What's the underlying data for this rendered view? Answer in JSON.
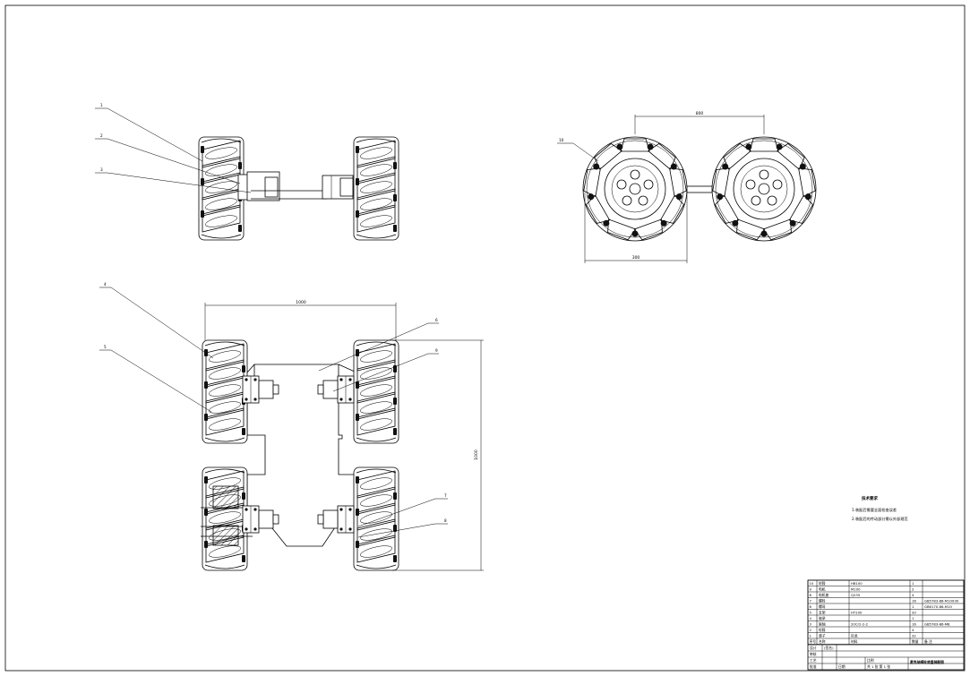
{
  "technical_requirements": {
    "title": "技术要求",
    "items": [
      "1.装配后需要全面检查误差",
      "2.装配后的传动部分需以外部规范"
    ]
  },
  "dimensions": {
    "top_right_width": "800",
    "top_right_diameter": "300",
    "front_width": "1000",
    "front_height": "1000"
  },
  "balloons": [
    "1",
    "2",
    "3",
    "4",
    "5",
    "6",
    "7",
    "8",
    "9",
    "10"
  ],
  "title_block": {
    "bom_rows": [
      {
        "no": "10",
        "name": "轮毂",
        "code": "HB100",
        "qty": "1",
        "material": "",
        "note": ""
      },
      {
        "no": "9",
        "name": "电机",
        "code": "M100",
        "qty": "2",
        "material": "",
        "note": ""
      },
      {
        "no": "8",
        "name": "电机座",
        "code": "Q235",
        "qty": "4",
        "material": "",
        "note": ""
      },
      {
        "no": "7",
        "name": "螺栓",
        "code": "",
        "qty": "16",
        "material": "",
        "note": "GB5783-86-M10X30"
      },
      {
        "no": "6",
        "name": "螺母",
        "code": "",
        "qty": "1",
        "material": "",
        "note": "GB6170-86-M10"
      },
      {
        "no": "5",
        "name": "支架",
        "code": "HT100",
        "qty": "20",
        "material": "",
        "note": ""
      },
      {
        "no": "4",
        "name": "轴承",
        "code": "",
        "qty": "1",
        "material": "",
        "note": ""
      },
      {
        "no": "3",
        "name": "联轴",
        "code": "20Cr2-2-2",
        "qty": "16",
        "material": "",
        "note": "GB5783-86-M8"
      },
      {
        "no": "2",
        "name": "轮毂",
        "code": "",
        "qty": "4",
        "material": "",
        "note": ""
      },
      {
        "no": "1",
        "name": "滚子",
        "code": "尼龙",
        "qty": "32",
        "material": "",
        "note": ""
      }
    ],
    "header": {
      "no": "序号",
      "name": "名称",
      "code": "材料",
      "qty": "数量",
      "note": "备 注"
    },
    "design_label": "设计",
    "check_label": "审核",
    "process_label": "工艺",
    "approve_label": "批准",
    "sign_label": "(签名)",
    "scale_label": "比例",
    "drawing_title": "麦克纳姆轮底盘装配图",
    "sheet_label": "共 1 张 第 1 张",
    "date_label": "日期"
  }
}
